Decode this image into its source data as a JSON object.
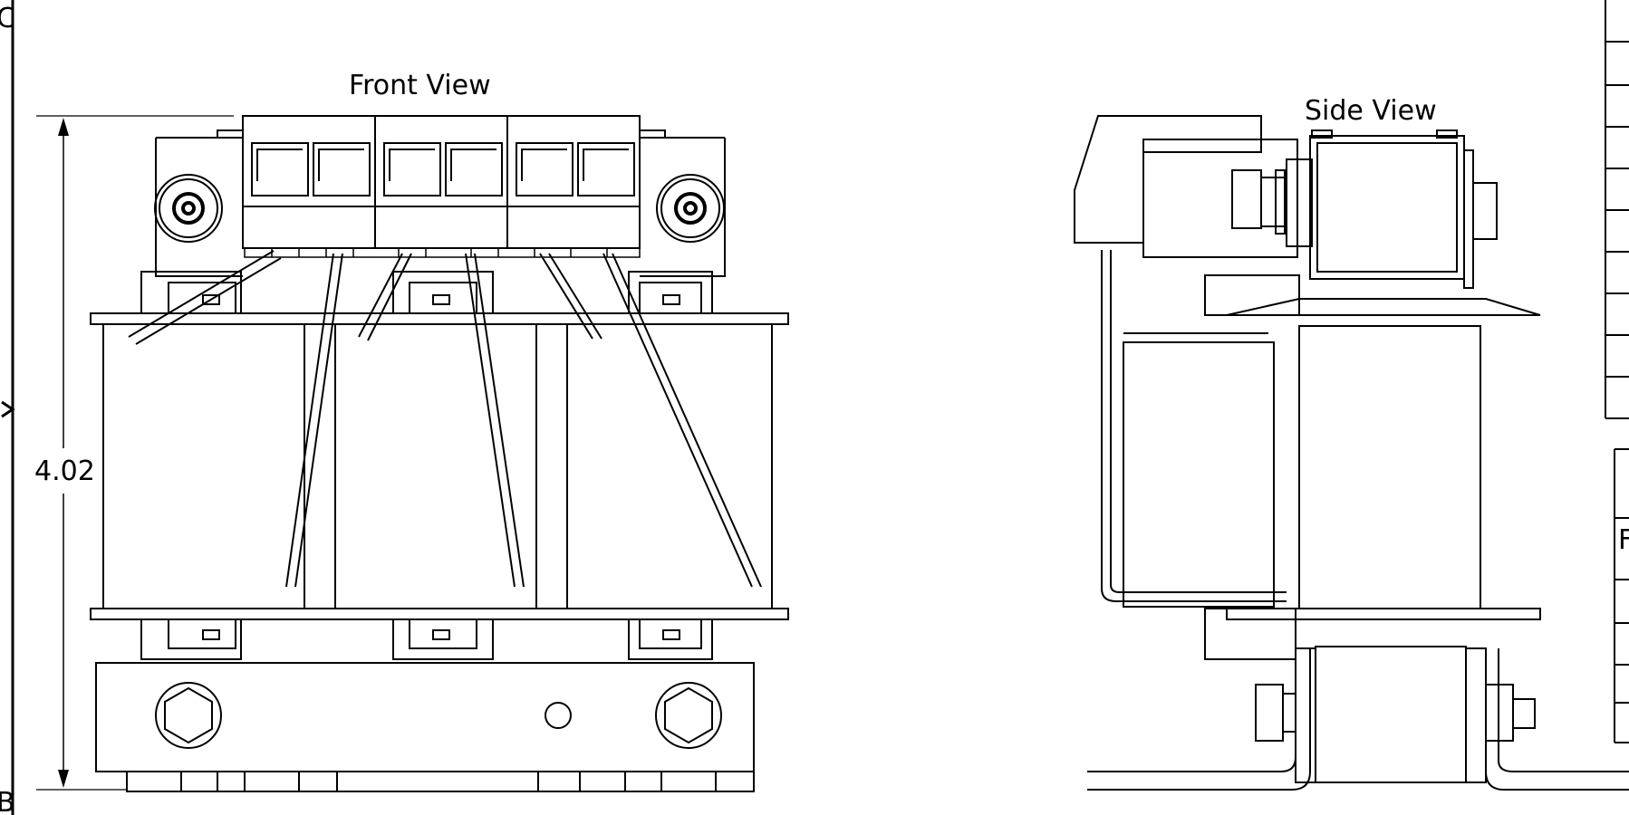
{
  "drawing": {
    "front_view": {
      "title": "Front View",
      "height_dimension": "4.02"
    },
    "side_view": {
      "title": "Side View"
    },
    "border_marks": {
      "top_letter": "C",
      "bottom_letter": "B"
    },
    "title_block": {
      "visible_char": "F"
    }
  }
}
